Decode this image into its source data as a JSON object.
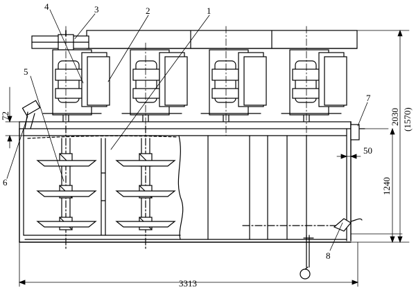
{
  "callouts": {
    "c1": "1",
    "c2": "2",
    "c3": "3",
    "c4": "4",
    "c5": "5",
    "c6": "6",
    "c7": "7",
    "c8": "8"
  },
  "dimensions": {
    "overall_length": "3313",
    "total_height": "2030",
    "total_height_alt": "(1570)",
    "tank_height": "1240",
    "offset": "50",
    "inlet_offset": "72"
  }
}
